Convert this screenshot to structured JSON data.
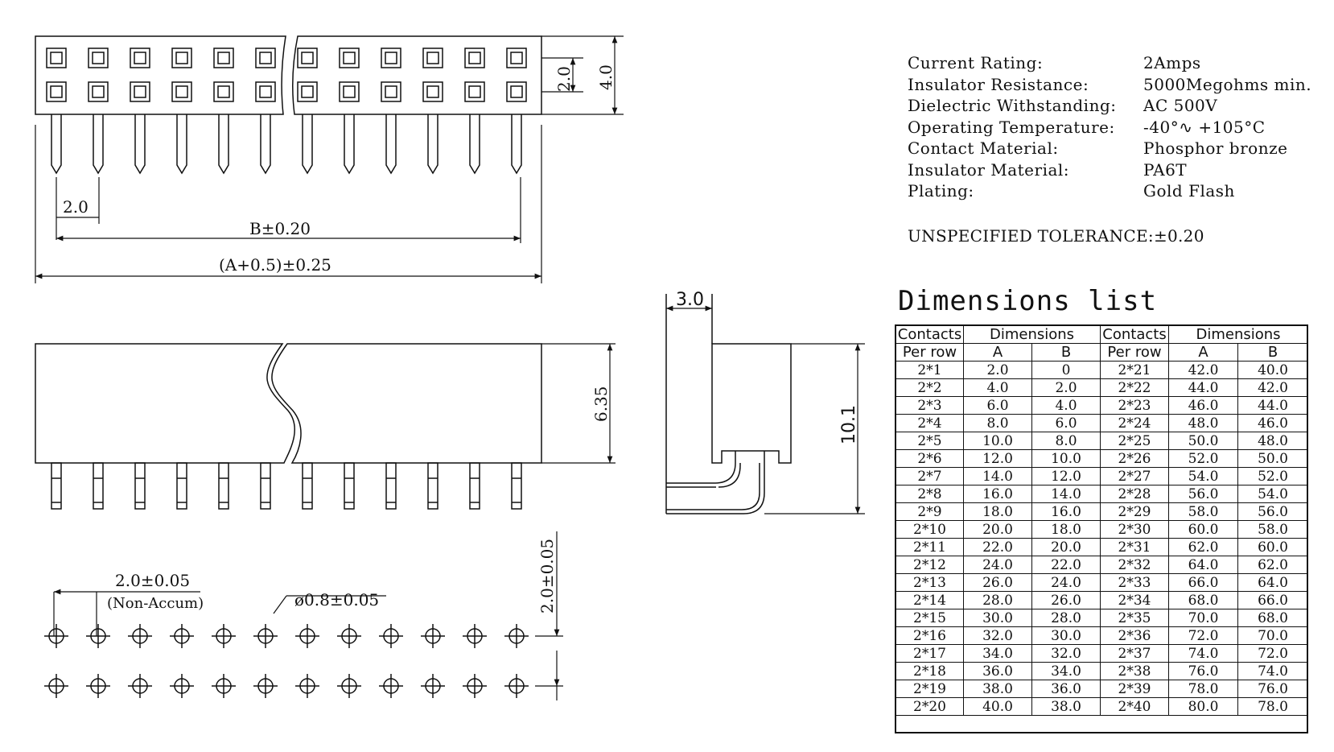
{
  "specs": [
    {
      "label": "Current Rating:",
      "value": "2Amps"
    },
    {
      "label": "Insulator Resistance:",
      "value": "5000Megohms min."
    },
    {
      "label": "Dielectric Withstanding:",
      "value": "AC 500V"
    },
    {
      "label": "Operating Temperature:",
      "value": "-40°∿ +105°C"
    },
    {
      "label": "Contact Material:",
      "value": "Phosphor bronze"
    },
    {
      "label": "Insulator Material:",
      "value": "PA6T"
    },
    {
      "label": "Plating:",
      "value": "Gold Flash"
    }
  ],
  "tolerance": "UNSPECIFIED TOLERANCE:±0.20",
  "dimensions_title": "Dimensions list",
  "table_header": {
    "contacts": "Contacts",
    "per_row": "Per row",
    "dimensions": "Dimensions",
    "a": "A",
    "b": "B"
  },
  "rows_left": [
    [
      "2*1",
      "2.0",
      "0"
    ],
    [
      "2*2",
      "4.0",
      "2.0"
    ],
    [
      "2*3",
      "6.0",
      "4.0"
    ],
    [
      "2*4",
      "8.0",
      "6.0"
    ],
    [
      "2*5",
      "10.0",
      "8.0"
    ],
    [
      "2*6",
      "12.0",
      "10.0"
    ],
    [
      "2*7",
      "14.0",
      "12.0"
    ],
    [
      "2*8",
      "16.0",
      "14.0"
    ],
    [
      "2*9",
      "18.0",
      "16.0"
    ],
    [
      "2*10",
      "20.0",
      "18.0"
    ],
    [
      "2*11",
      "22.0",
      "20.0"
    ],
    [
      "2*12",
      "24.0",
      "22.0"
    ],
    [
      "2*13",
      "26.0",
      "24.0"
    ],
    [
      "2*14",
      "28.0",
      "26.0"
    ],
    [
      "2*15",
      "30.0",
      "28.0"
    ],
    [
      "2*16",
      "32.0",
      "30.0"
    ],
    [
      "2*17",
      "34.0",
      "32.0"
    ],
    [
      "2*18",
      "36.0",
      "34.0"
    ],
    [
      "2*19",
      "38.0",
      "36.0"
    ],
    [
      "2*20",
      "40.0",
      "38.0"
    ]
  ],
  "rows_right": [
    [
      "2*21",
      "42.0",
      "40.0"
    ],
    [
      "2*22",
      "44.0",
      "42.0"
    ],
    [
      "2*23",
      "46.0",
      "44.0"
    ],
    [
      "2*24",
      "48.0",
      "46.0"
    ],
    [
      "2*25",
      "50.0",
      "48.0"
    ],
    [
      "2*26",
      "52.0",
      "50.0"
    ],
    [
      "2*27",
      "54.0",
      "52.0"
    ],
    [
      "2*28",
      "56.0",
      "54.0"
    ],
    [
      "2*29",
      "58.0",
      "56.0"
    ],
    [
      "2*30",
      "60.0",
      "58.0"
    ],
    [
      "2*31",
      "62.0",
      "60.0"
    ],
    [
      "2*32",
      "64.0",
      "62.0"
    ],
    [
      "2*33",
      "66.0",
      "64.0"
    ],
    [
      "2*34",
      "68.0",
      "66.0"
    ],
    [
      "2*35",
      "70.0",
      "68.0"
    ],
    [
      "2*36",
      "72.0",
      "70.0"
    ],
    [
      "2*37",
      "74.0",
      "72.0"
    ],
    [
      "2*38",
      "76.0",
      "74.0"
    ],
    [
      "2*39",
      "78.0",
      "76.0"
    ],
    [
      "2*40",
      "80.0",
      "78.0"
    ]
  ],
  "drawing_labels": {
    "pitch_top": "2.0",
    "row_pitch": "2.0",
    "body_depth": "4.0",
    "dim_b": "B±0.20",
    "dim_a": "(A+0.5)±0.25",
    "body_height": "6.35",
    "side_offset": "3.0",
    "total_height": "10.1",
    "hole_pitch": "2.0±0.05",
    "non_accum": "(Non-Accum)",
    "hole_dia": "ø0.8±0.05",
    "hole_row_pitch": "2.0±0.05"
  }
}
